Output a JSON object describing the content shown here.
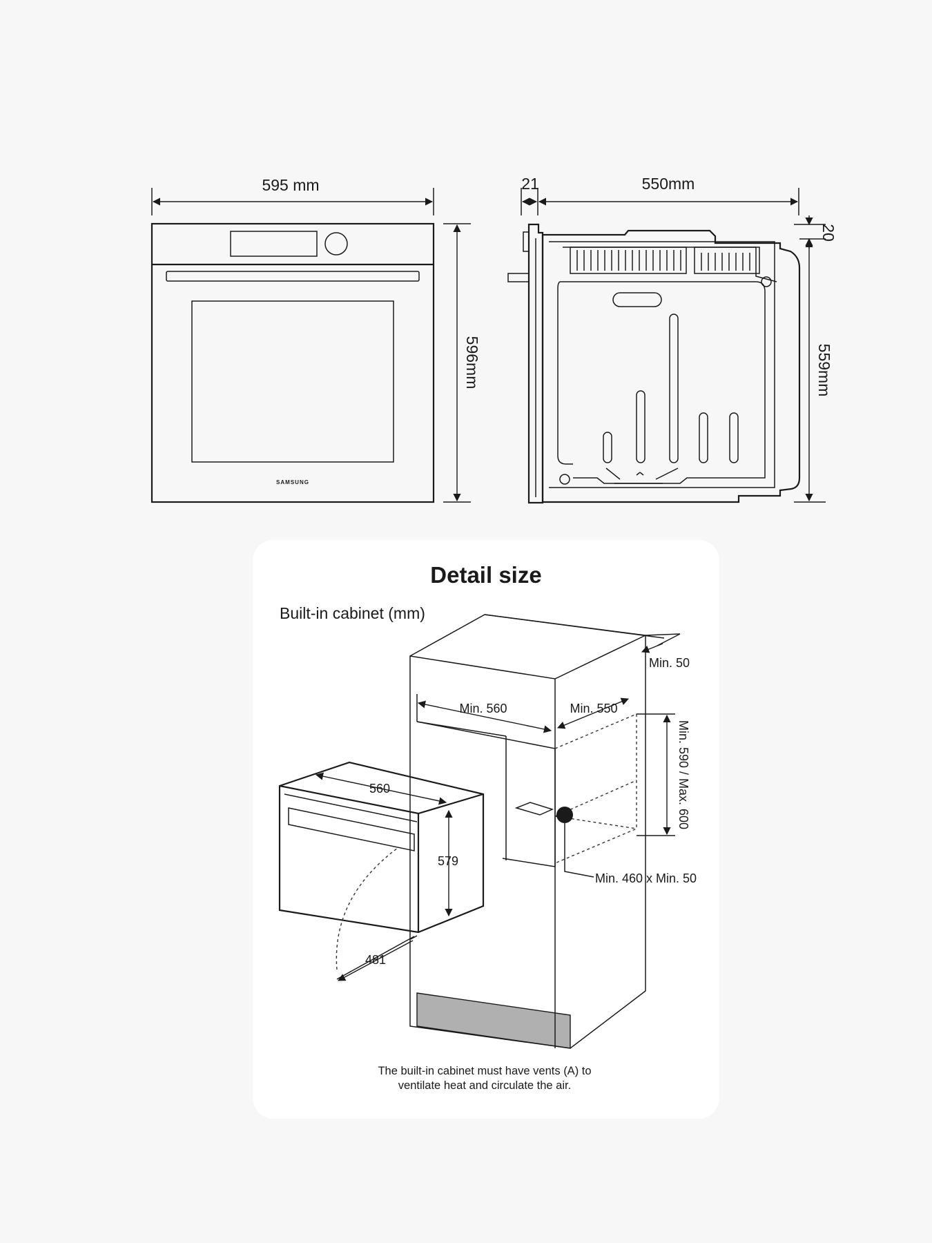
{
  "dimensions": {
    "front_width": "595 mm",
    "front_height": "596mm",
    "side_door": "21",
    "side_depth": "550mm",
    "side_top": "20",
    "side_height": "559mm",
    "brand": "SAMSUNG"
  },
  "detail": {
    "title": "Detail size",
    "subtitle": "Built-in cabinet (mm)",
    "min_50": "Min. 50",
    "min_560": "Min. 560",
    "min_550": "Min. 550",
    "min_max_height": "Min. 590 / Max. 600",
    "vent_marker": "A",
    "vent_size": "Min. 460 x Min. 50",
    "oven_width": "560",
    "oven_height": "579",
    "door_swing": "481",
    "note_line1": "The built-in cabinet must have vents (A) to",
    "note_line2": "ventilate heat and circulate the air."
  },
  "colors": {
    "background": "#f7f7f7",
    "panel": "#ffffff",
    "line": "#1a1a1a",
    "plinth": "#b0b0b0"
  }
}
